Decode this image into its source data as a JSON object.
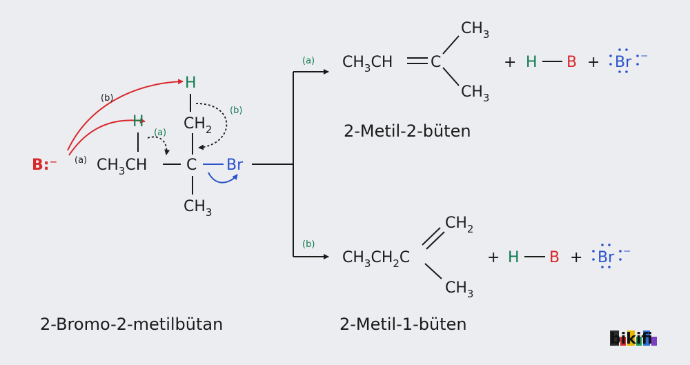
{
  "reactant": {
    "name": "2-Bromo-2-metilbütan",
    "base": "B:⁻",
    "h_a": "H",
    "h_b": "H",
    "ch2": {
      "main": "CH",
      "sub": "2"
    },
    "ch3_left": {
      "main": "CH",
      "sub": "3",
      "rest": "CH"
    },
    "central_c": "C",
    "br": "Br",
    "ch3_bottom": {
      "main": "CH",
      "sub": "3"
    },
    "label_a": "(a)",
    "label_b": "(b)",
    "colors": {
      "base": "#d8282b",
      "hydrogen": "#0f7a4f",
      "bromine": "#2952cc"
    }
  },
  "path_a": {
    "label": "(a)",
    "product_name": "2-Metil-2-büten",
    "left_group": {
      "p1": "CH",
      "s1": "3",
      "p2": "CH"
    },
    "c": "C",
    "ch3_top": {
      "main": "CH",
      "sub": "3"
    },
    "ch3_bottom": {
      "main": "CH",
      "sub": "3"
    },
    "plus": "+",
    "h": "H",
    "b": "B",
    "br": "Br",
    "charge": "⁻"
  },
  "path_b": {
    "label": "(b)",
    "product_name": "2-Metil-1-büten",
    "left_group": {
      "p1": "CH",
      "s1": "3",
      "p2": "CH",
      "s2": "2",
      "p3": "C"
    },
    "ch2_top": {
      "main": "CH",
      "sub": "2"
    },
    "ch3_bottom": {
      "main": "CH",
      "sub": "3"
    },
    "plus": "+",
    "h": "H",
    "b": "B",
    "br": "Br",
    "charge": "⁻"
  },
  "brand": {
    "text": "bikifi"
  }
}
